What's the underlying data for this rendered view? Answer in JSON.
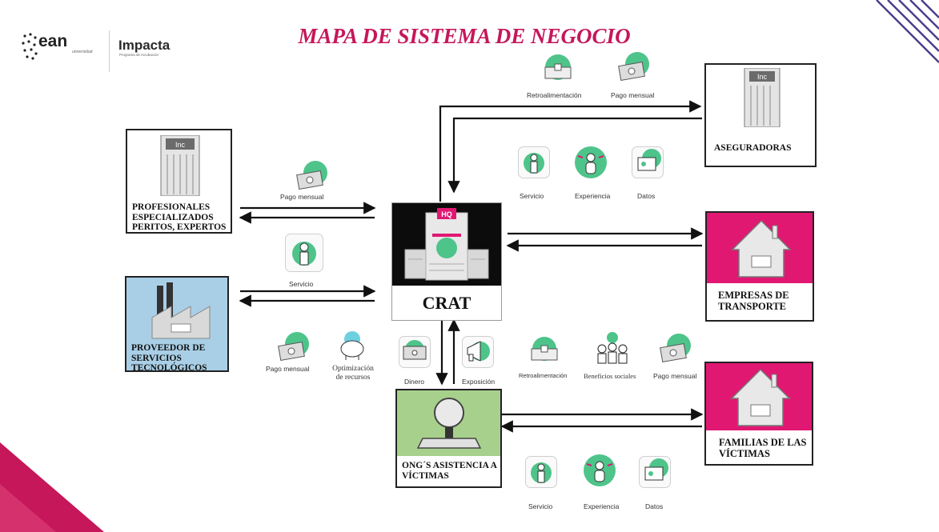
{
  "title": "MAPA DE SISTEMA DE NEGOCIO",
  "logos": {
    "ean": "ean",
    "ean_sub": "universidad",
    "impacta": "Impacta",
    "impacta_sub": "Programa de Incubación"
  },
  "center": {
    "name": "CRAT"
  },
  "entities": {
    "profesionales": "PROFESIONALES ESPECIALIZADOS PERITOS, EXPERTOS",
    "proveedor": "PROVEEDOR DE SERVICIOS TECNOLÓGICOS",
    "aseguradoras": "ASEGURADORAS",
    "empresas": "EMPRESAS DE TRANSPORTE",
    "familias": "FAMILIAS DE LAS VÍCTIMAS",
    "ongs": "ONG´S ASISTENCIA A VÍCTIMAS"
  },
  "flows": {
    "aseguradoras_top": [
      "Retroalimentación",
      "Pago mensual"
    ],
    "aseguradoras_mid": [
      "Servicio",
      "Experiencia",
      "Datos"
    ],
    "profesionales": [
      "Pago mensual",
      "Servicio"
    ],
    "proveedor": [
      "Pago mensual",
      "Optimización de recursos"
    ],
    "ongs": [
      "Dinero",
      "Exposición"
    ],
    "familias": [
      "Retroalimentación",
      "Beneficios sociales",
      "Pago mensual"
    ],
    "bottom": [
      "Servicio",
      "Experiencia",
      "Datos"
    ]
  },
  "colors": {
    "accent": "#c5175a",
    "icon_green": "#4ec48a",
    "tech_blue": "#a9cfe6",
    "ong_green": "#a8d08d",
    "dark": "#111111"
  },
  "icons": {
    "building": "building-icon",
    "house": "house-icon",
    "factory": "factory-icon",
    "money": "money-icon",
    "feedback": "feedback-icon",
    "person": "person-icon",
    "experience": "experience-icon",
    "data": "data-icon",
    "megaphone": "megaphone-icon",
    "piggy": "piggy-bank-icon",
    "group": "group-icon",
    "mirror": "mirror-icon",
    "crat": "crat-hq-icon"
  }
}
